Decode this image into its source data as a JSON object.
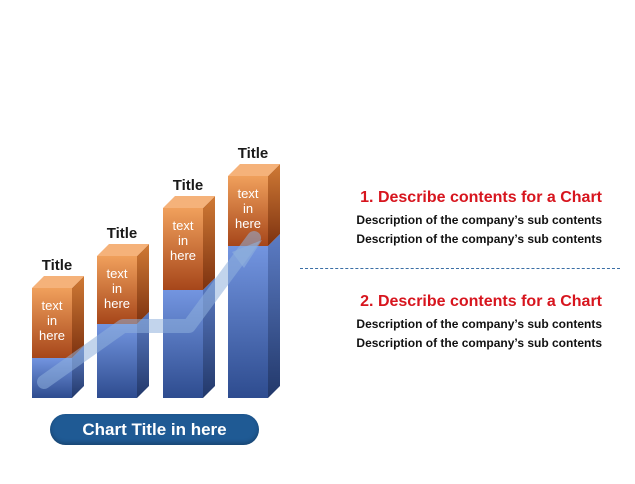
{
  "chart_data": {
    "type": "bar",
    "categories": [
      "Title",
      "Title",
      "Title",
      "Title"
    ],
    "bars": [
      {
        "label": "Title",
        "blue": 1.0,
        "orange": 1.75,
        "text": [
          "text",
          "in",
          "here"
        ]
      },
      {
        "label": "Title",
        "blue": 1.85,
        "orange": 1.7,
        "text": [
          "text",
          "in",
          "here"
        ]
      },
      {
        "label": "Title",
        "blue": 2.7,
        "orange": 2.05,
        "text": [
          "text",
          "in",
          "here"
        ]
      },
      {
        "label": "Title",
        "blue": 3.8,
        "orange": 1.75,
        "text": [
          "text",
          "in",
          "here"
        ]
      }
    ],
    "trend": [
      0.4,
      1.8,
      1.8,
      4.0
    ],
    "title": "Chart Title in here",
    "colors": {
      "blue": "#5b7fd0",
      "orange": "#e0823b",
      "trend": "#8fb0dc"
    }
  },
  "sections": [
    {
      "heading": "1. Describe contents for a Chart",
      "lines": [
        "Description of the company’s sub contents",
        "Description of the company’s sub contents"
      ]
    },
    {
      "heading": "2. Describe contents for a Chart",
      "lines": [
        "Description of the company’s sub contents",
        "Description of the company’s sub contents"
      ]
    }
  ]
}
